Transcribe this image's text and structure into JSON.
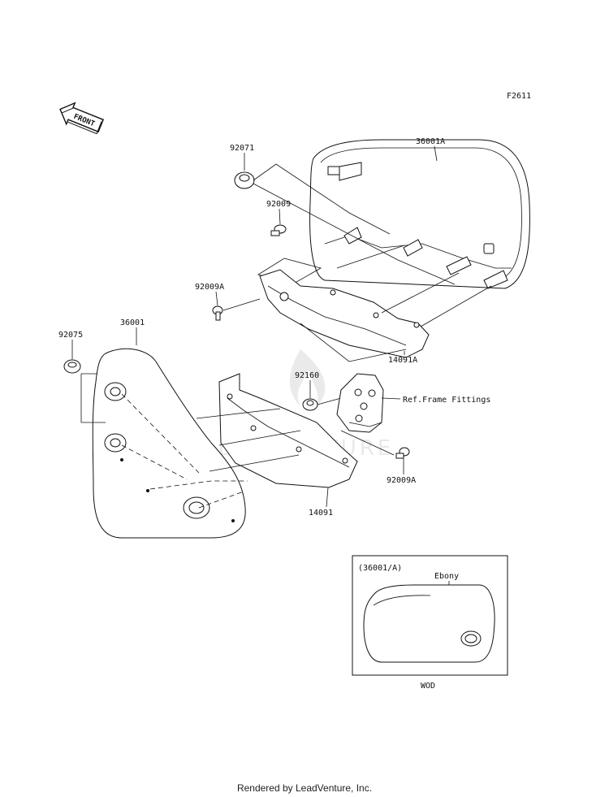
{
  "figure_code": "F2611",
  "front_arrow": {
    "text": "FRONT"
  },
  "watermark": "LEADVENTURE",
  "parts": {
    "p92071": "92071",
    "p36001A": "36001A",
    "p92009": "92009",
    "p92009A_top": "92009A",
    "p36001": "36001",
    "p92075": "92075",
    "p92160": "92160",
    "p14091A": "14091A",
    "ref_frame": "Ref.Frame Fittings",
    "p92009A_bottom": "92009A",
    "p14091": "14091"
  },
  "inset": {
    "title": "(36001/A)",
    "color_label": "Ebony",
    "caption": "WOD"
  },
  "footer": "Rendered by LeadVenture, Inc."
}
